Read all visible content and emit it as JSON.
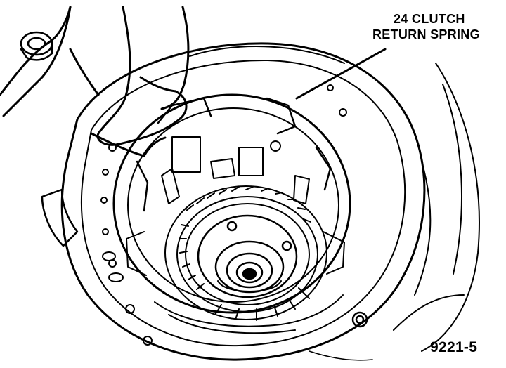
{
  "callout": {
    "line1": "24 CLUTCH",
    "line2": "RETURN SPRING"
  },
  "figure_number": "9221-5",
  "colors": {
    "ink": "#000000",
    "paper": "#ffffff"
  }
}
